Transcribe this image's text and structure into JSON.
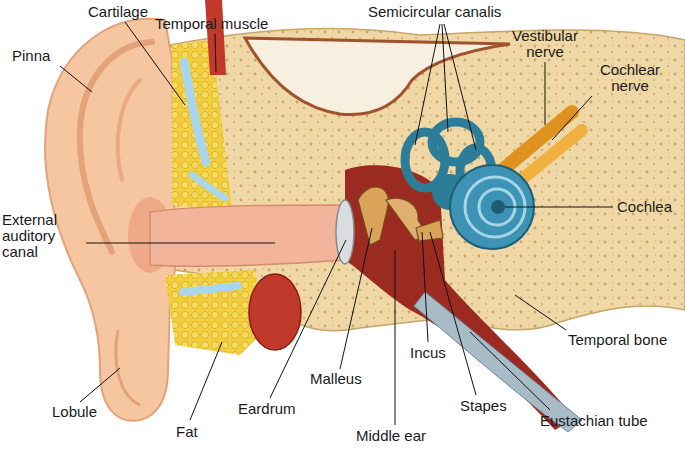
{
  "diagram": {
    "labels": [
      "Cartilage",
      "Temporal muscle",
      "Semicircular canalis",
      "Vestibular nerve",
      "Pinna",
      "Cochlear nerve",
      "Cochlea",
      "External auditory canal",
      "Temporal bone",
      "Incus",
      "Malleus",
      "Eardrum",
      "Stapes",
      "Eustachian tube",
      "Lobule",
      "Fat",
      "Middle ear"
    ]
  }
}
